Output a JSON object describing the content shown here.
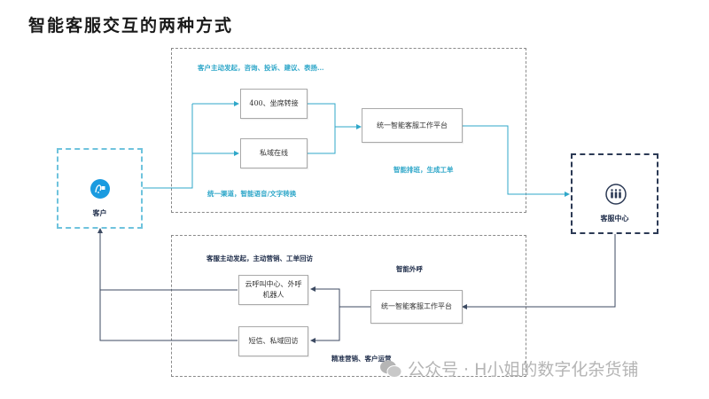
{
  "title": "智能客服交互的两种方式",
  "colors": {
    "inbound": "#2fa7c9",
    "outbound": "#3c4a62",
    "customer_icon": "#1a9be0",
    "group_border": "#8a8a8a"
  },
  "customer_node": {
    "label": "客户",
    "icon": "customer-service-icon"
  },
  "service_center_node": {
    "label": "客服中心",
    "icon": "agents-group-icon"
  },
  "inbound": {
    "header_note": "客户主动发起，咨询、投诉、建议、表扬…",
    "channels": [
      "400、坐席转接",
      "私域在线"
    ],
    "platform": "统一智能客服工作平台",
    "platform_note": "智能排班，生成工单",
    "bottom_note": "统一渠道，智能语音/文字转换"
  },
  "outbound": {
    "header_note": "客服主动发起，主动营销、工单回访",
    "platform_note": "智能外呼",
    "platform": "统一智能客服工作平台",
    "channels": [
      "云呼叫中心、外呼机器人",
      "短信、私域回访"
    ],
    "bottom_note": "精准营销、客户运营"
  },
  "watermark": "公众号 · H小姐的数字化杂货铺"
}
